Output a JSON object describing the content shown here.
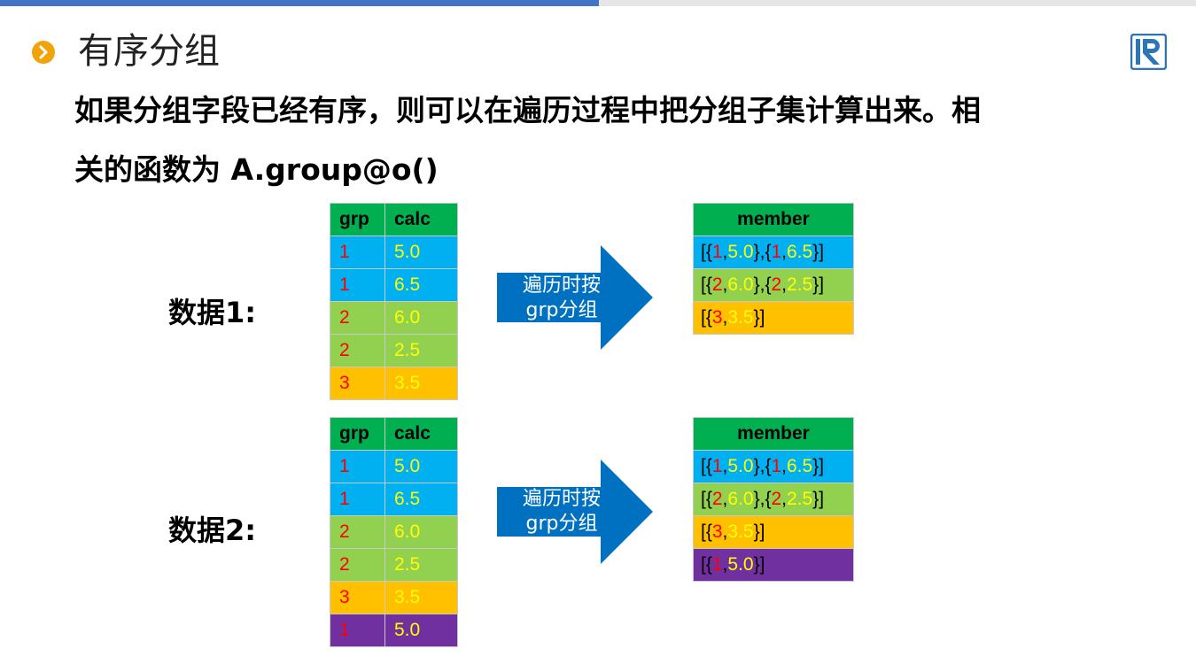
{
  "header": {
    "title": "有序分组",
    "bullet_icon": "chevron-right-icon",
    "logo_icon": "r-logo-icon",
    "accent": "#4472c4",
    "bullet_color": "#f0a30a"
  },
  "description": {
    "line1": "如果分组字段已经有序，则可以在遍历过程中把分组子集计算出来。相",
    "line2": "关的函数为 A.group@o()"
  },
  "arrow_label": {
    "line1": "遍历时按",
    "line2": "grp分组"
  },
  "datasets": [
    {
      "label": "数据1:",
      "columns": [
        "grp",
        "calc"
      ],
      "rows": [
        {
          "grp": "1",
          "calc": "5.0"
        },
        {
          "grp": "1",
          "calc": "6.5"
        },
        {
          "grp": "2",
          "calc": "6.0"
        },
        {
          "grp": "2",
          "calc": "2.5"
        },
        {
          "grp": "3",
          "calc": "3.5"
        }
      ],
      "result_header": "member",
      "result_rows": [
        "[{1,5.0},{1,6.5}]",
        "[{2,6.0},{2,2.5}]",
        "[{3,3.5}]"
      ]
    },
    {
      "label": "数据2:",
      "columns": [
        "grp",
        "calc"
      ],
      "rows": [
        {
          "grp": "1",
          "calc": "5.0"
        },
        {
          "grp": "1",
          "calc": "6.5"
        },
        {
          "grp": "2",
          "calc": "6.0"
        },
        {
          "grp": "2",
          "calc": "2.5"
        },
        {
          "grp": "3",
          "calc": "3.5"
        },
        {
          "grp": "1",
          "calc": "5.0"
        }
      ],
      "result_header": "member",
      "result_rows": [
        "[{1,5.0},{1,6.5}]",
        "[{2,6.0},{2,2.5}]",
        "[{3,3.5}]",
        "[{1,5.0}]"
      ]
    }
  ],
  "colors": {
    "header_green": "#00b050",
    "group1_blue": "#00b0f0",
    "group2_green": "#92d050",
    "group3_orange": "#ffc000",
    "group4_purple": "#7030a0",
    "arrow_blue": "#0070c0",
    "grp_text_red": "#ff0000",
    "calc_text_yellow": "#ffff00"
  }
}
